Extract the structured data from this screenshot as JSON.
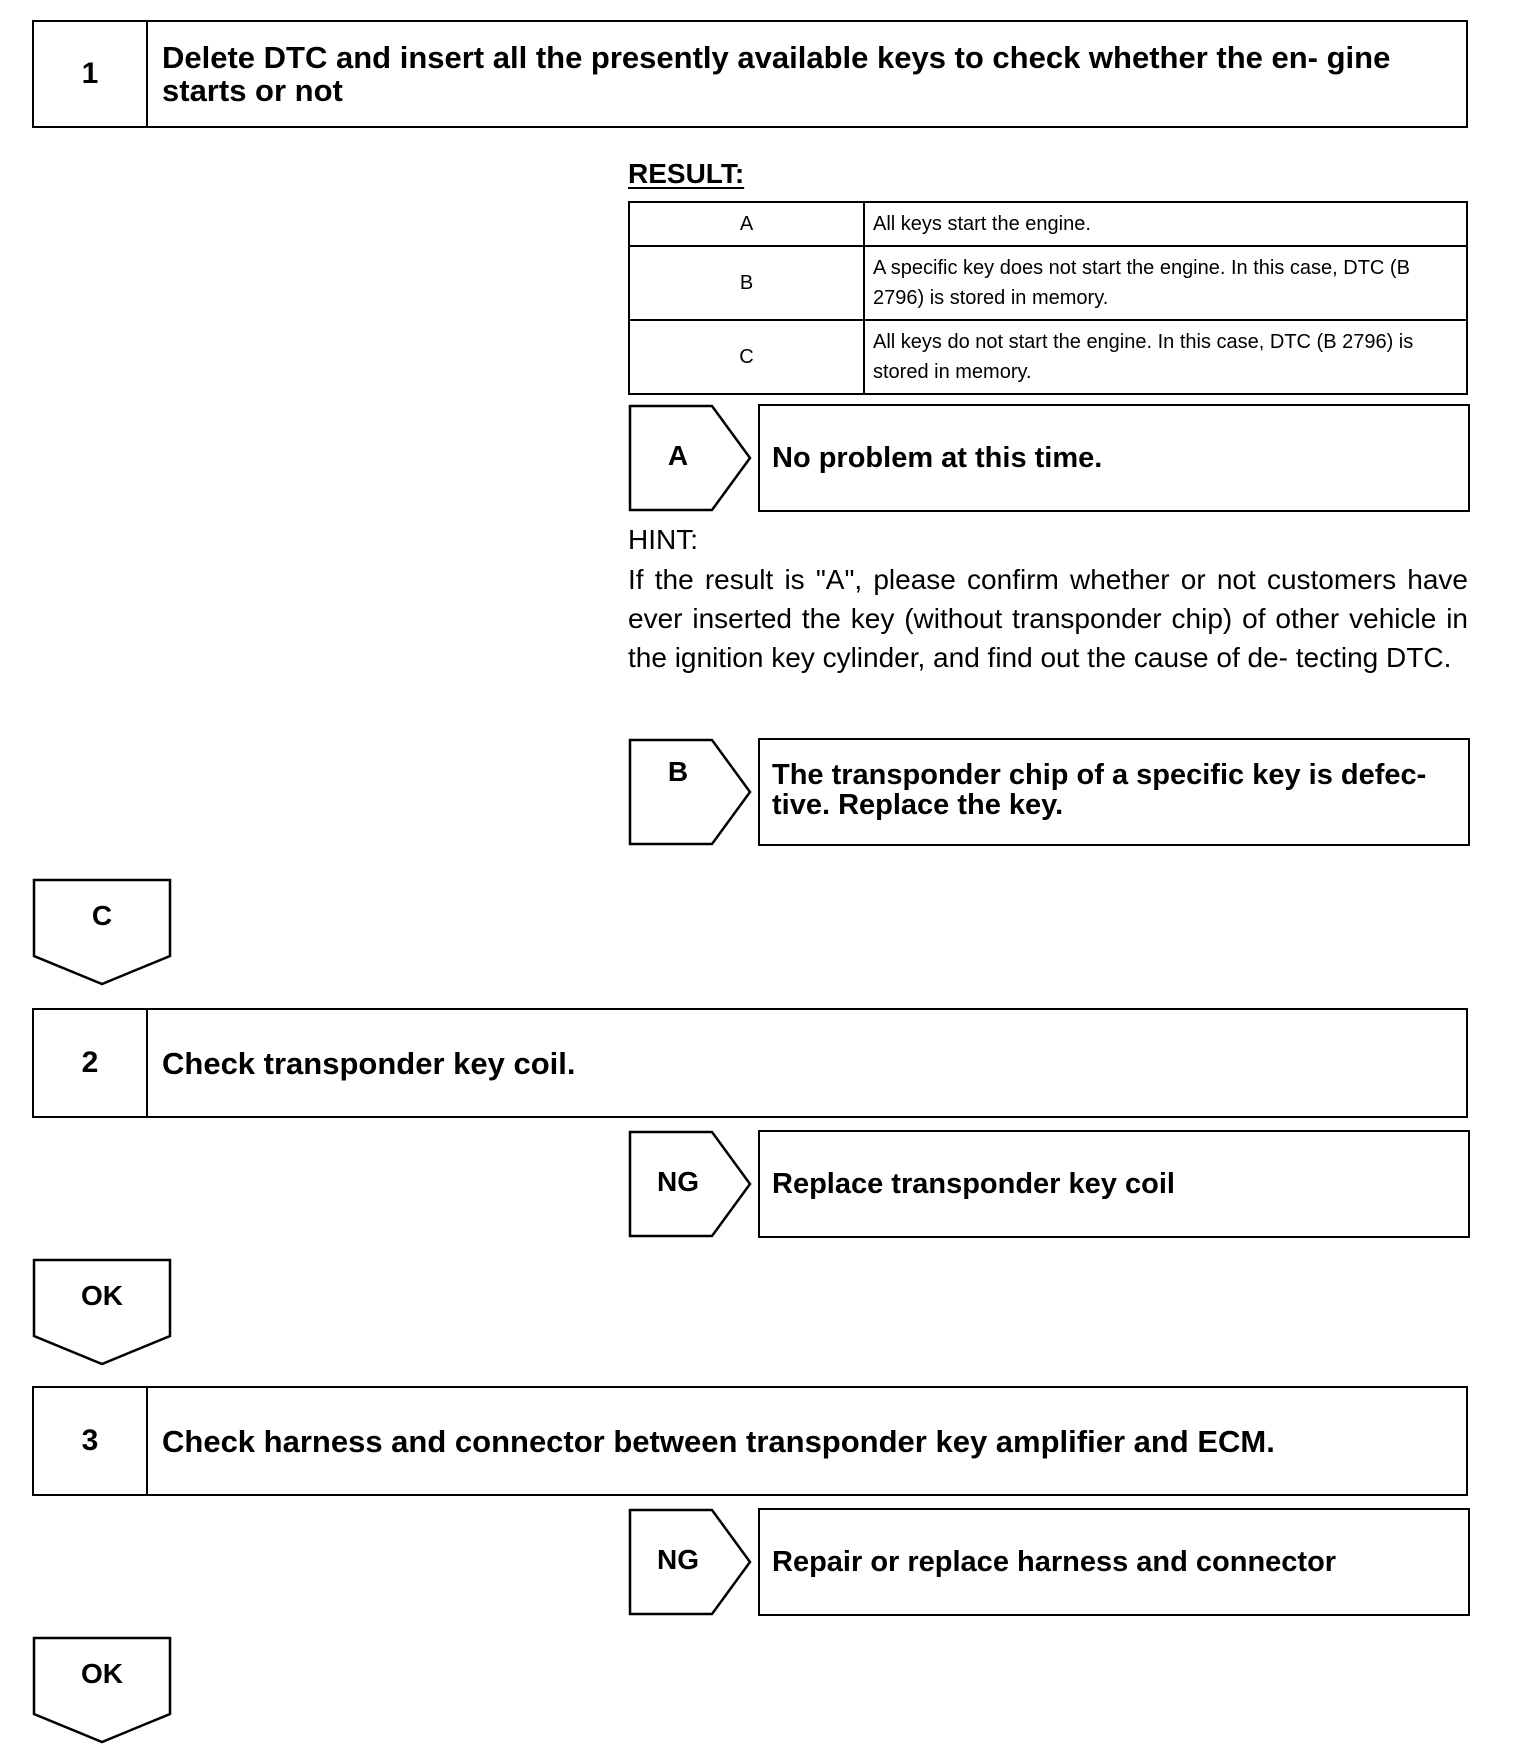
{
  "steps": [
    {
      "number": "1",
      "title": "Delete DTC and insert all the presently available keys to check whether the en- gine starts or not"
    },
    {
      "number": "2",
      "title": "Check transponder key coil."
    },
    {
      "number": "3",
      "title": "Check harness and connector between transponder key amplifier and ECM."
    }
  ],
  "result": {
    "label": "RESULT:",
    "rows": [
      {
        "code": "A",
        "text": "All keys start the engine."
      },
      {
        "code": "B",
        "text": "A specific key does not start the engine. In this case, DTC (B 2796) is stored in memory."
      },
      {
        "code": "C",
        "text": "All keys do not start the engine. In this case, DTC (B 2796) is stored in memory."
      }
    ]
  },
  "branches": {
    "a": {
      "label": "A",
      "text": "No problem at this time."
    },
    "b": {
      "label": "B",
      "text": "The transponder chip of a specific key is defec- tive. Replace the key."
    },
    "ng2": {
      "label": "NG",
      "text": "Replace transponder key coil"
    },
    "ng3": {
      "label": "NG",
      "text": "Repair or replace harness and connector"
    }
  },
  "hint": {
    "label": "HINT:",
    "text": "If the result is \"A\", please confirm whether or not customers have ever inserted the key (without transponder chip) of other vehicle in the ignition key cylinder, and find out the cause of de- tecting DTC."
  },
  "downs": {
    "c": "C",
    "ok1": "OK",
    "ok2": "OK"
  }
}
